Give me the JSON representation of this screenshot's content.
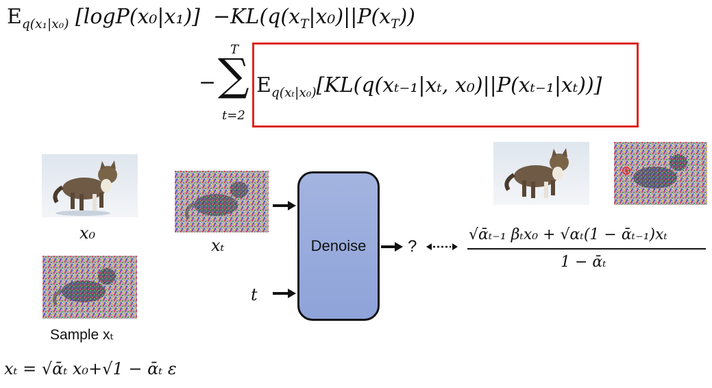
{
  "equation": {
    "line1_E": "E",
    "line1_sub": "q(x₁|x₀)",
    "line1_term1": "[logP(x₀|x₁)]",
    "line1_term2": "−KL(q(x",
    "line1_term2_sub": "T",
    "line1_term2_mid": "|x₀)||P(x",
    "line1_term2_sub2": "T",
    "line1_term2_end": "))",
    "sum_minus": "−",
    "sum_sym": "∑",
    "sum_top": "T",
    "sum_bottom": "t=2",
    "line2_E": "E",
    "line2_sub": "q(xₜ|x₀)",
    "line2_body": "[KL(q(xₜ₋₁|xₜ, x₀)||P(xₜ₋₁|xₜ))]"
  },
  "left": {
    "x0_label": "x₀",
    "sample_label": "Sample xₜ",
    "formula": "xₜ = √ᾱₜ x₀+√1 − ᾱₜ ε"
  },
  "middle": {
    "xt_label": "xₜ",
    "t_label": "t",
    "denoise_label": "Denoise",
    "question": "?"
  },
  "right": {
    "numerator": "√ᾱₜ₋₁ βₜx₀ + √αₜ(1 − ᾱₜ₋₁)xₜ",
    "denominator": "1 − ᾱₜ"
  },
  "colors": {
    "highlight_box": "#e0261f",
    "denoise_fill": "#9aabdd",
    "pointer_dot": "#e53935"
  },
  "icons": {
    "cat_photo": "cat-photo",
    "noisy_cat": "noisy-cat-image",
    "arrow": "right-arrow",
    "dashed_arrow": "double-dotted-arrow"
  }
}
